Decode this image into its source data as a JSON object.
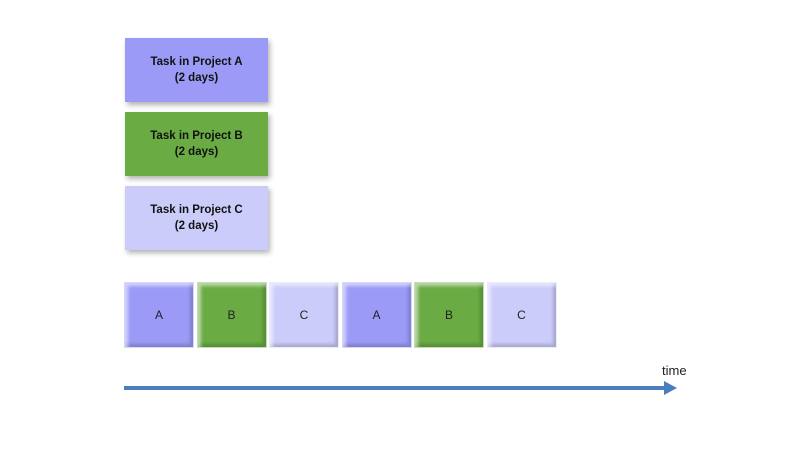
{
  "colors": {
    "project_a": "#9b9bf7",
    "project_b": "#6aab44",
    "project_c": "#ccccfa",
    "arrow": "#4a7ebf"
  },
  "tasks": [
    {
      "project": "a",
      "title": "Task in Project A",
      "duration": "(2 days)"
    },
    {
      "project": "b",
      "title": "Task in Project B",
      "duration": "(2 days)"
    },
    {
      "project": "c",
      "title": "Task in Project C",
      "duration": "(2 days)"
    }
  ],
  "sequence": [
    {
      "project": "a",
      "label": "A"
    },
    {
      "project": "b",
      "label": "B"
    },
    {
      "project": "c",
      "label": "C"
    },
    {
      "project": "a",
      "label": "A"
    },
    {
      "project": "b",
      "label": "B"
    },
    {
      "project": "c",
      "label": "C"
    }
  ],
  "timeline": {
    "label": "time"
  }
}
